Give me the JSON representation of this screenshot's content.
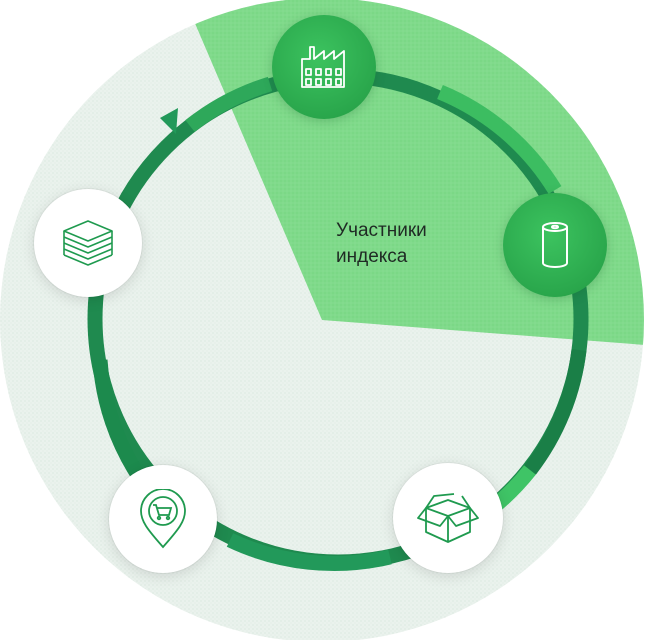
{
  "sector": {
    "label_line1": "Участники",
    "label_line2": "индекса"
  },
  "nodes": [
    {
      "id": "factory",
      "icon": "factory-icon",
      "style": "dark"
    },
    {
      "id": "roll",
      "icon": "paper-roll-icon",
      "style": "dark"
    },
    {
      "id": "box",
      "icon": "open-box-icon",
      "style": "light"
    },
    {
      "id": "shop",
      "icon": "shopping-cart-pin-icon",
      "style": "light"
    },
    {
      "id": "stack",
      "icon": "paper-stack-icon",
      "style": "light"
    }
  ],
  "colors": {
    "ring_dark": "#1f8a4f",
    "ring_light": "#3fbf5f",
    "sector_fill": "#7fd98c",
    "background_circle": "#e9f1ec",
    "node_dark": "#2fae50",
    "icon_light": "#1f9a4f"
  }
}
